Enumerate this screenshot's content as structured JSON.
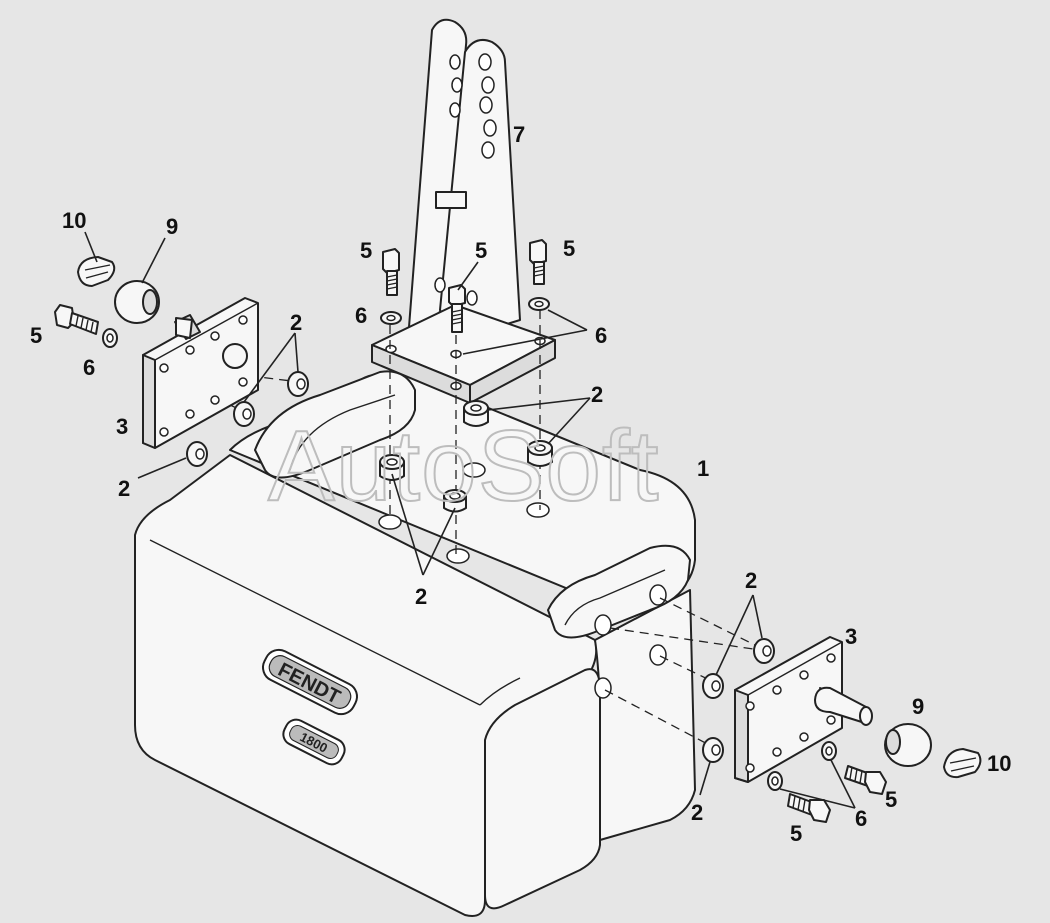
{
  "watermark": "AutoSoft",
  "brand_plate": "FENDT",
  "weight_plate": "1800",
  "callouts": {
    "weight_body": "1",
    "bushing_left_front": "2",
    "bushing_left_upper": "2",
    "bushing_bracket": "2",
    "bushing_bottom": "2",
    "bushing_right_upper": "2",
    "bushing_right_lower": "2",
    "plate_left": "3",
    "plate_right": "3",
    "bolt_left": "5",
    "bolt_top_left": "5",
    "bolt_top_mid": "5",
    "bolt_top_right": "5",
    "bolt_right_upper": "5",
    "bolt_right_lower": "5",
    "washer_left": "6",
    "washer_top_left": "6",
    "washer_top_right": "6",
    "washer_right": "6",
    "bracket": "7",
    "ball_left": "9",
    "ball_right": "9",
    "clip_left": "10",
    "clip_right": "10"
  }
}
